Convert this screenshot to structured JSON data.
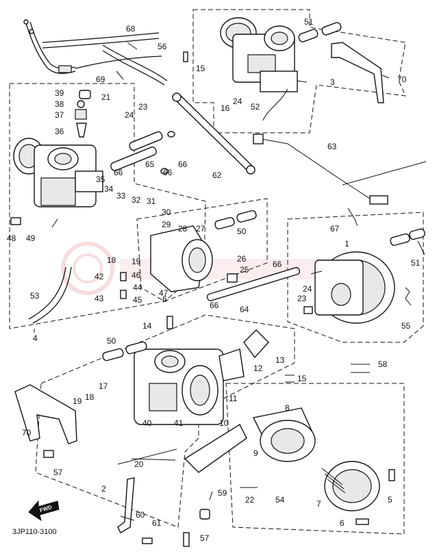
{
  "diagram": {
    "drawing_code": "3JP110-3100",
    "direction_label": "FWD",
    "watermark": "",
    "callouts": [
      {
        "id": "c1",
        "text": "1"
      },
      {
        "id": "c2",
        "text": "2"
      },
      {
        "id": "c3",
        "text": "3"
      },
      {
        "id": "c4",
        "text": "4"
      },
      {
        "id": "c5",
        "text": "5"
      },
      {
        "id": "c6a",
        "text": "6"
      },
      {
        "id": "c6b",
        "text": "6"
      },
      {
        "id": "c7",
        "text": "7"
      },
      {
        "id": "c8",
        "text": "8"
      },
      {
        "id": "c9",
        "text": "9"
      },
      {
        "id": "c10",
        "text": "10"
      },
      {
        "id": "c11",
        "text": "11"
      },
      {
        "id": "c12",
        "text": "12"
      },
      {
        "id": "c13",
        "text": "13"
      },
      {
        "id": "c14",
        "text": "14"
      },
      {
        "id": "c15a",
        "text": "15"
      },
      {
        "id": "c15b",
        "text": "15"
      },
      {
        "id": "c16",
        "text": "16"
      },
      {
        "id": "c17",
        "text": "17"
      },
      {
        "id": "c18a",
        "text": "18"
      },
      {
        "id": "c18b",
        "text": "18"
      },
      {
        "id": "c19a",
        "text": "19"
      },
      {
        "id": "c19b",
        "text": "19"
      },
      {
        "id": "c20",
        "text": "20"
      },
      {
        "id": "c21",
        "text": "21"
      },
      {
        "id": "c22",
        "text": "22"
      },
      {
        "id": "c23a",
        "text": "23"
      },
      {
        "id": "c23b",
        "text": "23"
      },
      {
        "id": "c24a",
        "text": "24"
      },
      {
        "id": "c24b",
        "text": "24"
      },
      {
        "id": "c24c",
        "text": "24"
      },
      {
        "id": "c25",
        "text": "25"
      },
      {
        "id": "c26",
        "text": "26"
      },
      {
        "id": "c27",
        "text": "27"
      },
      {
        "id": "c28",
        "text": "28"
      },
      {
        "id": "c29",
        "text": "29"
      },
      {
        "id": "c30",
        "text": "30"
      },
      {
        "id": "c31",
        "text": "31"
      },
      {
        "id": "c32",
        "text": "32"
      },
      {
        "id": "c33",
        "text": "33"
      },
      {
        "id": "c34",
        "text": "34"
      },
      {
        "id": "c35",
        "text": "35"
      },
      {
        "id": "c36",
        "text": "36"
      },
      {
        "id": "c37",
        "text": "37"
      },
      {
        "id": "c38",
        "text": "38"
      },
      {
        "id": "c39",
        "text": "39"
      },
      {
        "id": "c40",
        "text": "40"
      },
      {
        "id": "c41",
        "text": "41"
      },
      {
        "id": "c42",
        "text": "42"
      },
      {
        "id": "c43",
        "text": "43"
      },
      {
        "id": "c44",
        "text": "44"
      },
      {
        "id": "c45",
        "text": "45"
      },
      {
        "id": "c46",
        "text": "46"
      },
      {
        "id": "c47",
        "text": "47"
      },
      {
        "id": "c48",
        "text": "48"
      },
      {
        "id": "c49",
        "text": "49"
      },
      {
        "id": "c50a",
        "text": "50"
      },
      {
        "id": "c50b",
        "text": "50"
      },
      {
        "id": "c51a",
        "text": "51"
      },
      {
        "id": "c51b",
        "text": "51"
      },
      {
        "id": "c52",
        "text": "52"
      },
      {
        "id": "c53",
        "text": "53"
      },
      {
        "id": "c54",
        "text": "54"
      },
      {
        "id": "c55",
        "text": "55"
      },
      {
        "id": "c56",
        "text": "56"
      },
      {
        "id": "c57a",
        "text": "57"
      },
      {
        "id": "c57b",
        "text": "57"
      },
      {
        "id": "c58",
        "text": "58"
      },
      {
        "id": "c59",
        "text": "59"
      },
      {
        "id": "c60",
        "text": "60"
      },
      {
        "id": "c61",
        "text": "61"
      },
      {
        "id": "c62",
        "text": "62"
      },
      {
        "id": "c63",
        "text": "63"
      },
      {
        "id": "c64",
        "text": "64"
      },
      {
        "id": "c65",
        "text": "65"
      },
      {
        "id": "c66a",
        "text": "66"
      },
      {
        "id": "c66b",
        "text": "66"
      },
      {
        "id": "c66c",
        "text": "66"
      },
      {
        "id": "c66d",
        "text": "66"
      },
      {
        "id": "c66e",
        "text": "66"
      },
      {
        "id": "c67",
        "text": "67"
      },
      {
        "id": "c68",
        "text": "68"
      },
      {
        "id": "c69",
        "text": "69"
      },
      {
        "id": "c70a",
        "text": "70"
      },
      {
        "id": "c70b",
        "text": "70"
      }
    ]
  }
}
